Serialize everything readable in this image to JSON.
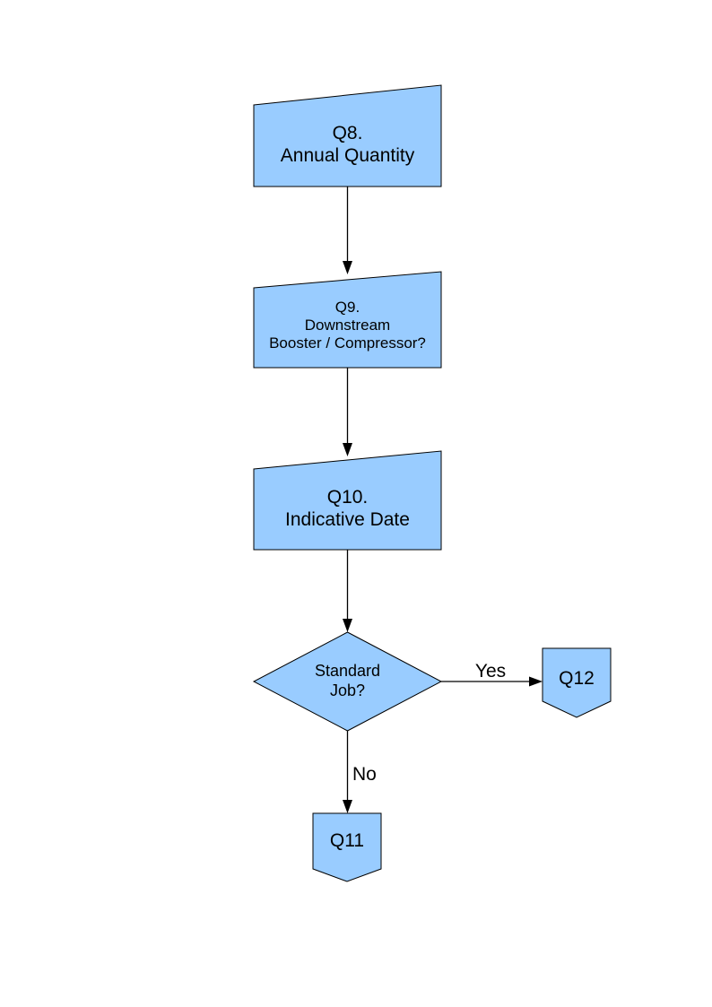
{
  "colors": {
    "background": "#ffffff",
    "shape_fill": "#99ccff",
    "shape_border": "#000000",
    "arrow": "#000000",
    "text": "#000000"
  },
  "nodes": {
    "q8": {
      "shape": "manual-input-box",
      "lines": [
        "Q8.",
        "Annual Quantity"
      ]
    },
    "q9": {
      "shape": "manual-input-box",
      "lines": [
        "Q9.",
        "Downstream",
        "Booster / Compressor?"
      ]
    },
    "q10": {
      "shape": "manual-input-box",
      "lines": [
        "Q10.",
        "Indicative Date"
      ]
    },
    "decision": {
      "shape": "diamond",
      "lines": [
        "Standard",
        "Job?"
      ]
    },
    "q12": {
      "shape": "off-page-connector",
      "label": "Q12"
    },
    "q11": {
      "shape": "off-page-connector",
      "label": "Q11"
    }
  },
  "edges": {
    "q8_to_q9": {
      "label": ""
    },
    "q9_to_q10": {
      "label": ""
    },
    "q10_to_decision": {
      "label": ""
    },
    "decision_to_q12": {
      "label": "Yes"
    },
    "decision_to_q11": {
      "label": "No"
    }
  }
}
